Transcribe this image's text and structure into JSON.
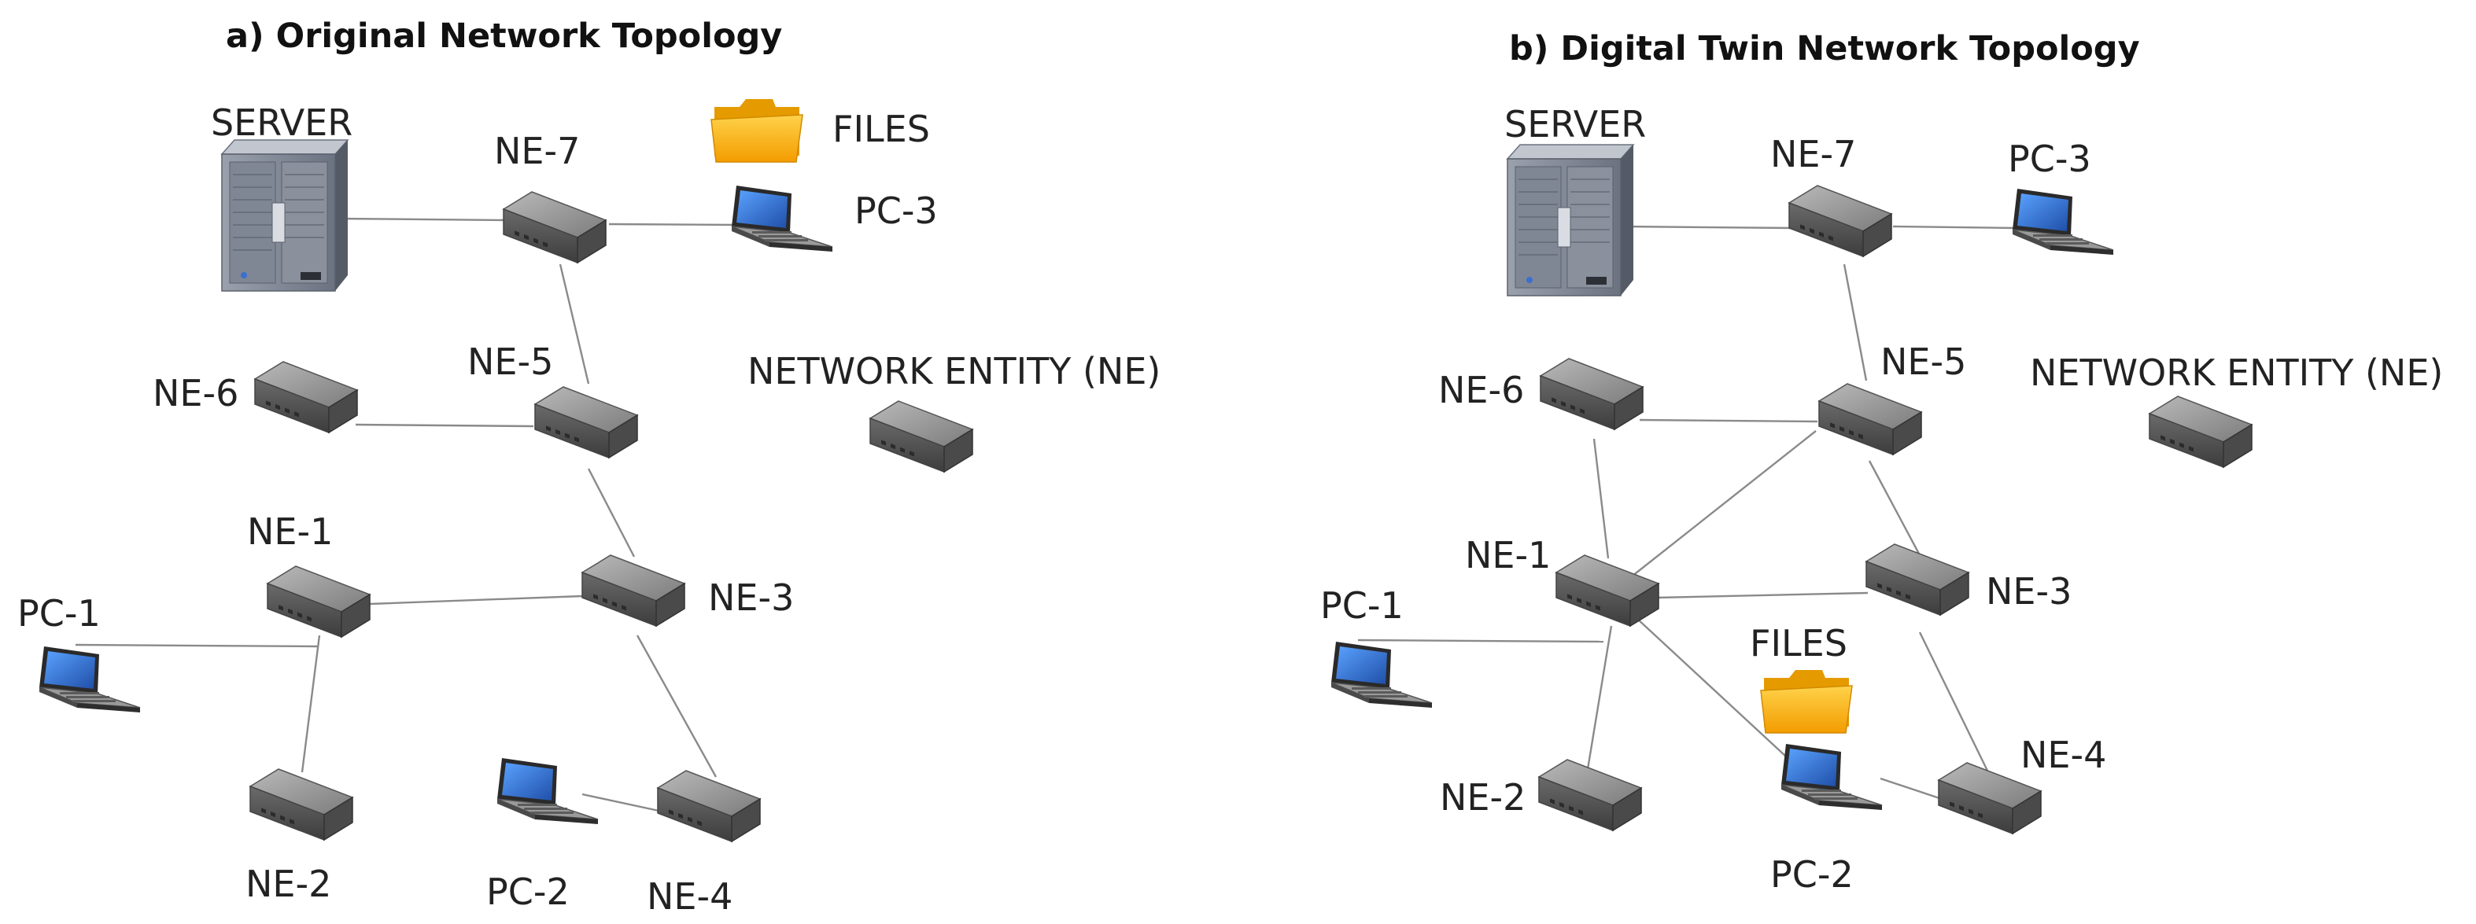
{
  "panel_a": {
    "title": "a) Original Network Topology",
    "labels": {
      "server": "SERVER",
      "files": "FILES",
      "ne7": "NE-7",
      "pc3": "PC-3",
      "ne6": "NE-6",
      "ne5": "NE-5",
      "network_entity": "NETWORK ENTITY (NE)",
      "ne1": "NE-1",
      "pc1": "PC-1",
      "ne3": "NE-3",
      "ne2": "NE-2",
      "pc2": "PC-2",
      "ne4": "NE-4"
    }
  },
  "panel_b": {
    "title": "b) Digital Twin Network Topology",
    "labels": {
      "server": "SERVER",
      "ne7": "NE-7",
      "pc3": "PC-3",
      "ne6": "NE-6",
      "ne5": "NE-5",
      "network_entity": "NETWORK ENTITY (NE)",
      "ne1": "NE-1",
      "pc1": "PC-1",
      "ne3": "NE-3",
      "files": "FILES",
      "ne2": "NE-2",
      "pc2": "PC-2",
      "ne4": "NE-4"
    }
  },
  "icons": [
    "server-icon",
    "network-switch-icon",
    "laptop-icon",
    "folder-icon"
  ],
  "colors": {
    "link": "#8a8a8a",
    "switch_body": "#6e6e6e",
    "laptop_screen": "#2f6fd1",
    "folder": "#f6b800",
    "server_body": "#8f96a3"
  }
}
